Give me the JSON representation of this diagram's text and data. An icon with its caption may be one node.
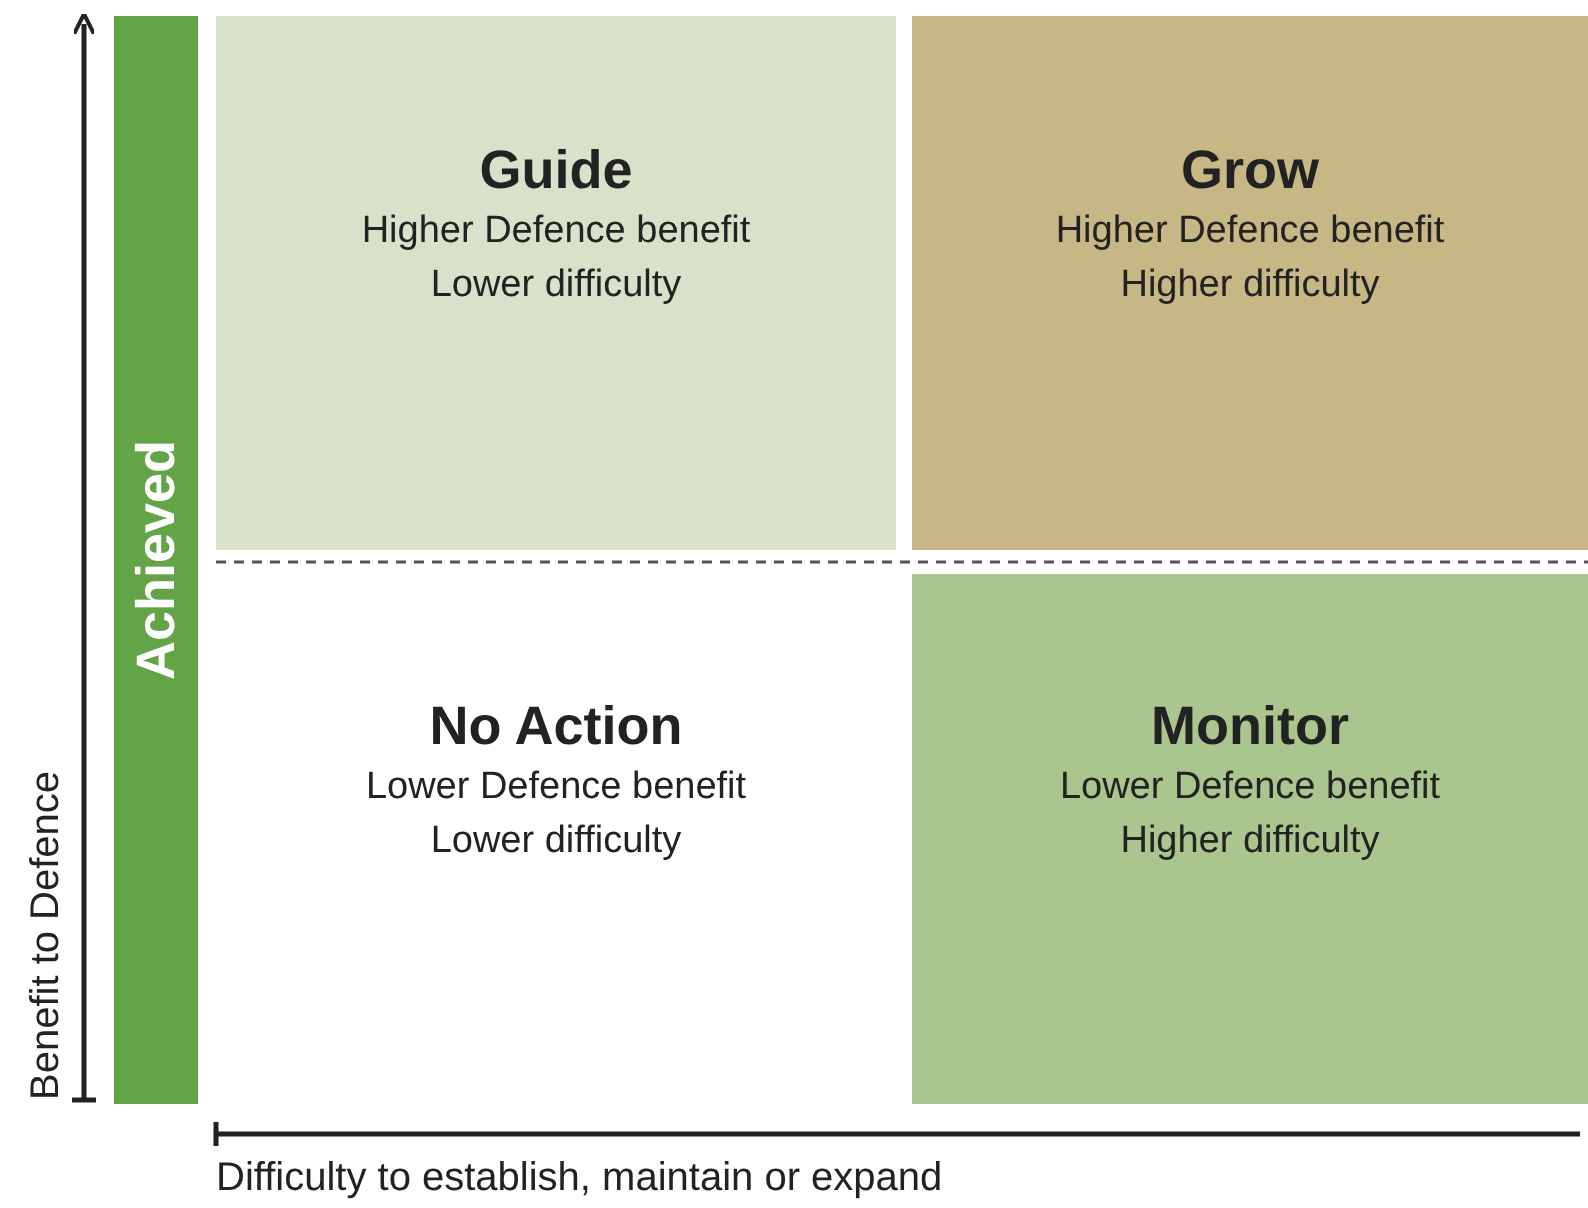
{
  "diagram": {
    "nodes": [
      {
        "text": [
          "Achieved"
        ]
      },
      {
        "text": [
          "Guide",
          "Higher Defence benefit",
          "Lower difficulty"
        ]
      },
      {
        "text": [
          "Grow",
          "Higher Defence benefit",
          "Higher difficulty"
        ]
      },
      {
        "text": [
          "No Action",
          "Lower Defence benefit",
          "Lower difficulty"
        ]
      },
      {
        "text": [
          "Monitor",
          "Lower Defence benefit",
          "Higher difficulty"
        ]
      }
    ],
    "labels": [
      "Benefit to Defence",
      "Difficulty to establish, maintain or expand"
    ]
  }
}
